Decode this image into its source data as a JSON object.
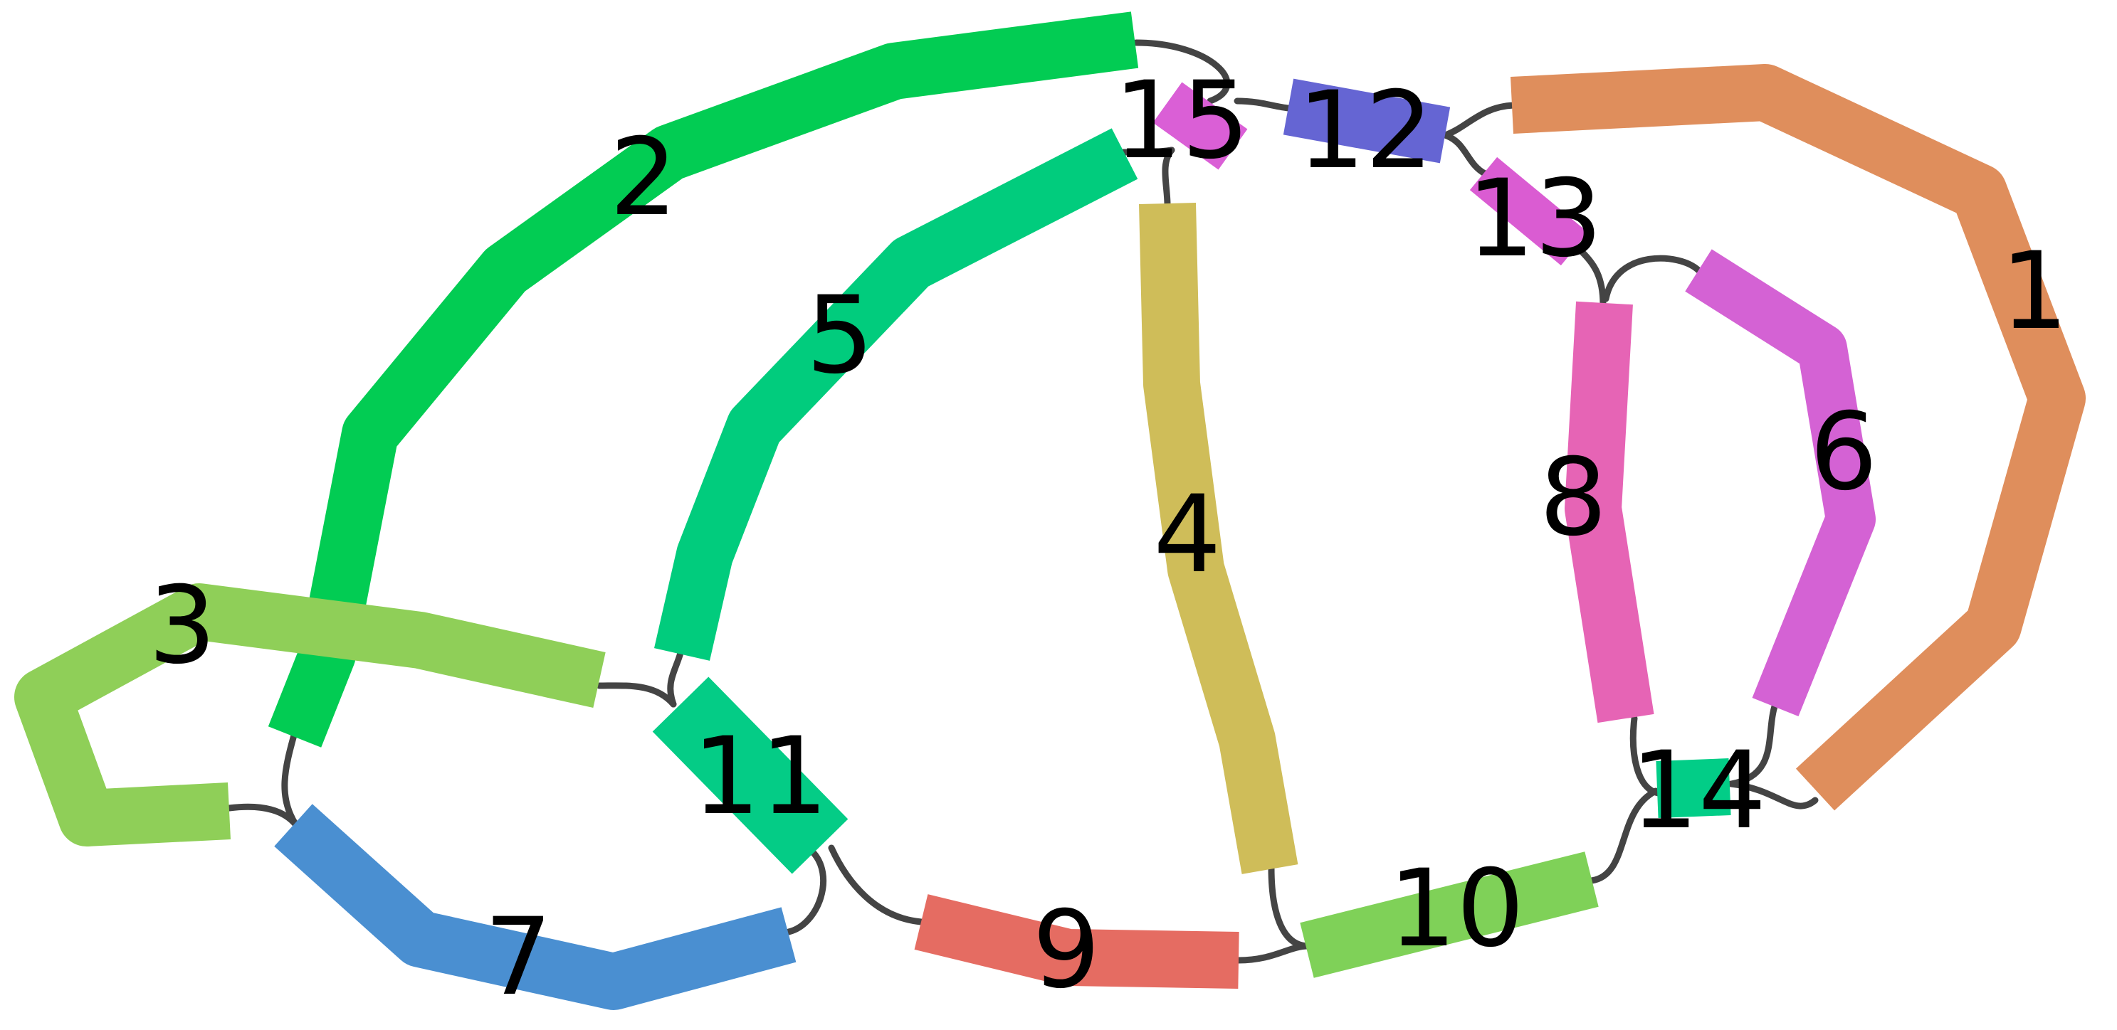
{
  "segments": [
    {
      "id": "seg-1",
      "label": "1",
      "color": "#df8e5c"
    },
    {
      "id": "seg-2",
      "label": "2",
      "color": "#02cc53"
    },
    {
      "id": "seg-3",
      "label": "3",
      "color": "#8fcf58"
    },
    {
      "id": "seg-4",
      "label": "4",
      "color": "#cfbd59"
    },
    {
      "id": "seg-5",
      "label": "5",
      "color": "#01cc7d"
    },
    {
      "id": "seg-6",
      "label": "6",
      "color": "#d462d4"
    },
    {
      "id": "seg-7",
      "label": "7",
      "color": "#4a8fd1"
    },
    {
      "id": "seg-8",
      "label": "8",
      "color": "#e664b5"
    },
    {
      "id": "seg-9",
      "label": "9",
      "color": "#e56c62"
    },
    {
      "id": "seg-10",
      "label": "10",
      "color": "#7fd158"
    },
    {
      "id": "seg-11",
      "label": "11",
      "color": "#04cc86"
    },
    {
      "id": "seg-12",
      "label": "12",
      "color": "#6565d3"
    },
    {
      "id": "seg-13",
      "label": "13",
      "color": "#da5cd2"
    },
    {
      "id": "seg-14",
      "label": "14",
      "color": "#02cd87"
    },
    {
      "id": "seg-15",
      "label": "15",
      "color": "#da5fd6"
    }
  ],
  "link_color": "#444444"
}
